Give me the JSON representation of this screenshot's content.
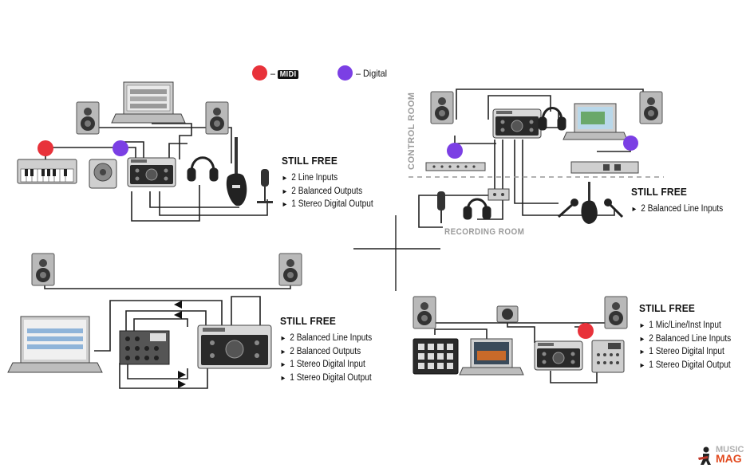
{
  "legend": {
    "midi_label": "MIDI",
    "midi_dash": "–",
    "digital_label": "– Digital",
    "midi_color": "#e8323a",
    "digital_color": "#7b3fe4"
  },
  "panels": [
    {
      "heading": "STILL FREE",
      "items": [
        "2 Line Inputs",
        "2 Balanced Outputs",
        "1 Stereo Digital Output"
      ]
    },
    {
      "heading": "STILL FREE",
      "items": [
        "2 Balanced Line Inputs"
      ]
    },
    {
      "heading": "STILL FREE",
      "items": [
        "2 Balanced Line Inputs",
        "2 Balanced Outputs",
        "1 Stereo Digital Input",
        "1 Stereo Digital Output"
      ]
    },
    {
      "heading": "STILL FREE",
      "items": [
        "1 Mic/Line/Inst Input",
        "2 Balanced Line Inputs",
        "1 Stereo Digital Input",
        "1 Stereo Digital Output"
      ]
    }
  ],
  "rooms": {
    "control": "CONTROL ROOM",
    "recording": "RECORDING ROOM"
  },
  "bullet_glyph": "►",
  "watermark": {
    "line1": "MUSIC",
    "line2": "MAG"
  }
}
